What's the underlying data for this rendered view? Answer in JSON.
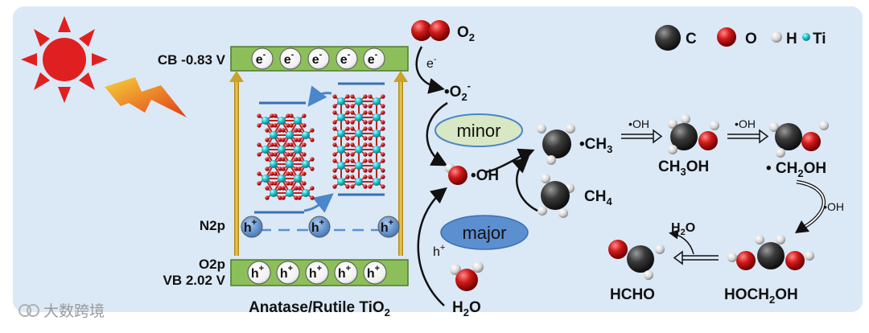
{
  "legend": {
    "c": "C",
    "o": "O",
    "h": "H",
    "ti": "Ti"
  },
  "band": {
    "cb_label": "CB -0.83 V",
    "electron": "e",
    "electron_sup": "-",
    "vb_o2p": "O2p",
    "vb_label": "VB 2.02 V",
    "n2p": "N2p",
    "hole": "h",
    "hole_sup": "+"
  },
  "material": "Anatase/Rutile TiO",
  "material_sub": "2",
  "species": {
    "o2": "O",
    "o2_sub": "2",
    "e_transfer": "e",
    "e_transfer_sup": "-",
    "superoxide": "•O",
    "superoxide_sub": "2",
    "superoxide_sup": "-",
    "minor": "minor",
    "major": "major",
    "oh_radical": "•OH",
    "h_plus": "h",
    "h_plus_sup": "+",
    "h2o": "H",
    "h2o_sub": "2",
    "h2o_tail": "O",
    "ch3_radical": "•CH",
    "ch3_sub": "3",
    "ch4": "CH",
    "ch4_sub": "4",
    "oh_step1": "•OH",
    "ch3oh_a": "CH",
    "ch3oh_sub": "3",
    "ch3oh_b": "OH",
    "oh_step2": "•OH",
    "ch2oh_a": "• CH",
    "ch2oh_sub": "2",
    "ch2oh_b": "OH",
    "oh_step3": "•OH",
    "hoch2oh_a": "HOCH",
    "hoch2oh_sub": "2",
    "hoch2oh_b": "OH",
    "h2o_out_a": "H",
    "h2o_out_sub": "2",
    "h2o_out_b": "O",
    "hcho": "HCHO"
  },
  "watermark": "大数跨境",
  "colors": {
    "panel": "#dbe8f6",
    "band_green": "#8cbf5a",
    "oxygen": "#d11a1a",
    "carbon": "#3a3a3a",
    "titanium": "#22c4cf",
    "hole_blue": "#5b8fd0",
    "minor_fill": "#d9e8c4",
    "major_fill": "#5b8fd0",
    "sun": "#e02020",
    "arrow_gold": "#c9a227"
  }
}
